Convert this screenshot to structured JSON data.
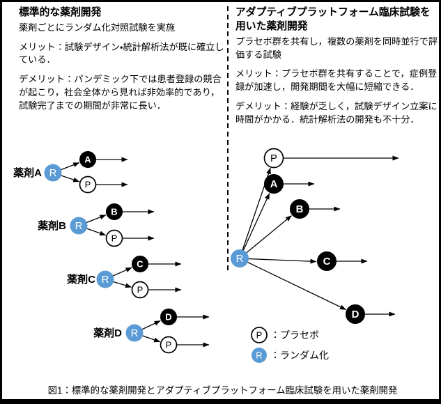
{
  "left_panel": {
    "title": "標準的な薬剤開発",
    "subtitle": "薬剤ごとにランダム化対照試験を実施",
    "merit": "メリット：試験デザイン・統計解析法が既に確立している．",
    "demerit": "デメリット：パンデミック下では患者登録の競合が起こり，社会全体から見れば非効率的であり，試験完了までの期間が非常に長い．"
  },
  "right_panel": {
    "title": "アダプティブプラットフォーム臨床試験を用いた薬剤開発",
    "subtitle": "プラセボ群を共有し，複数の薬剤を同時並行で評価する試験",
    "merit": "メリット：プラセボ群を共有することで，症例登録が加速し，開発期間を大幅に短縮できる．",
    "demerit": "デメリット：経験が乏しく，試験デザイン立案に時間がかかる．統計解析法の開発も不十分．"
  },
  "left_diagram": {
    "rows": [
      {
        "label": "薬剤A",
        "randomization": "R",
        "drug": "A",
        "placebo": "P"
      },
      {
        "label": "薬剤B",
        "randomization": "R",
        "drug": "B",
        "placebo": "P"
      },
      {
        "label": "薬剤C",
        "randomization": "R",
        "drug": "C",
        "placebo": "P"
      },
      {
        "label": "薬剤D",
        "randomization": "R",
        "drug": "D",
        "placebo": "P"
      }
    ]
  },
  "right_diagram": {
    "randomization": "R",
    "placebo": "P",
    "drugs": [
      "A",
      "B",
      "C",
      "D"
    ]
  },
  "legend": {
    "placebo_symbol": "P",
    "placebo_label": "：プラセボ",
    "randomization_symbol": "R",
    "randomization_label": "：ランダム化"
  },
  "caption": "図1：標準的な薬剤開発とアダプティブプラットフォーム臨床試験を用いた薬剤開発",
  "colors": {
    "randomization_blue": "#5B9BD5",
    "node_black": "#000000",
    "node_white": "#FFFFFF",
    "line_black": "#000000"
  }
}
